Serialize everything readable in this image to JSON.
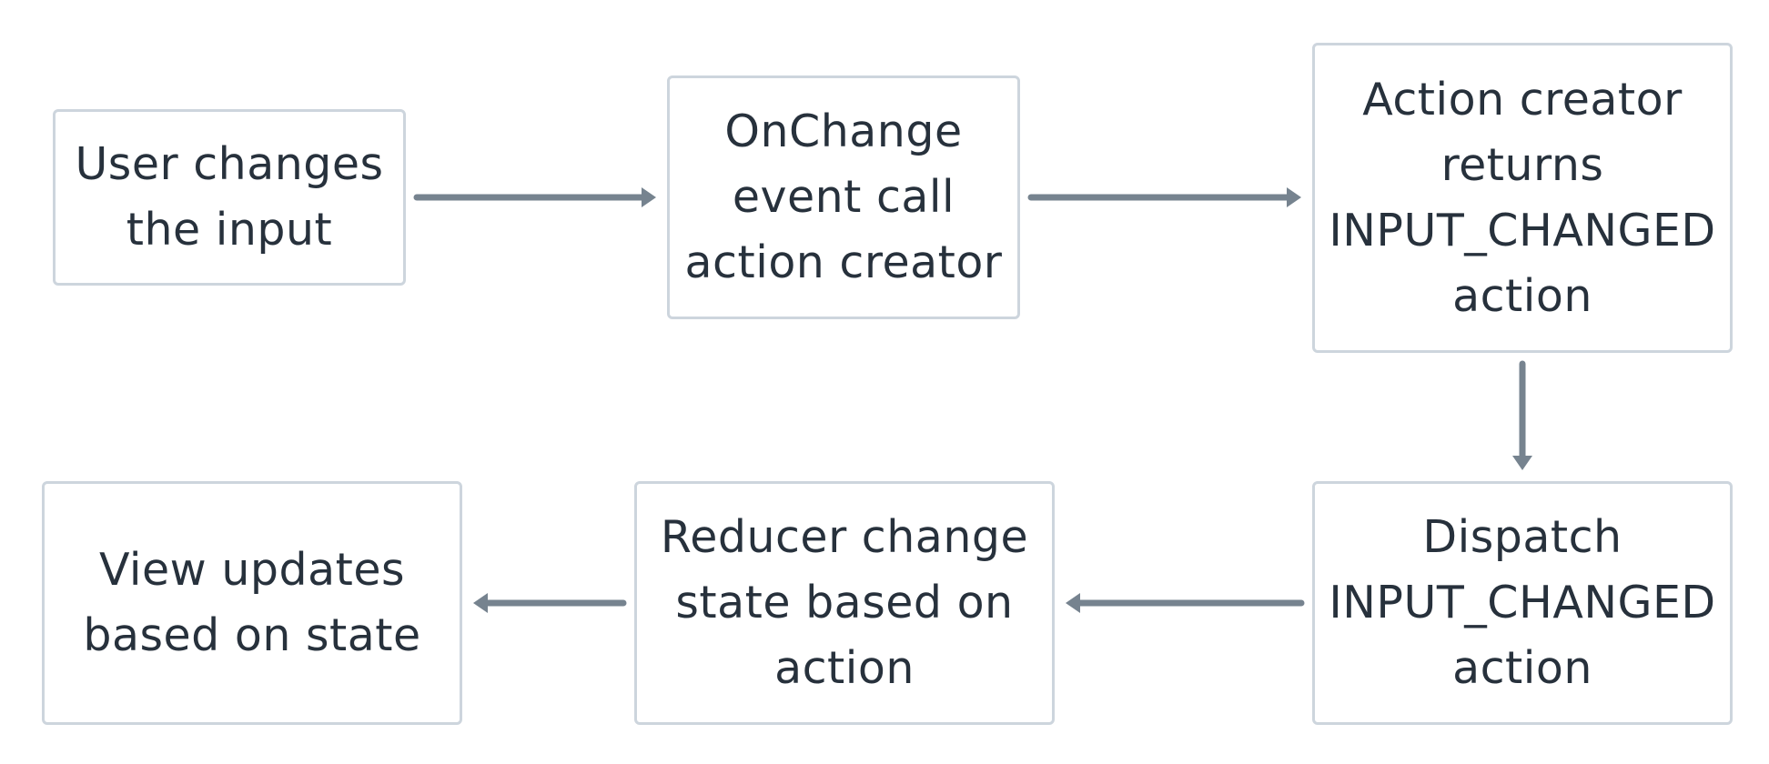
{
  "diagram": {
    "nodes": [
      {
        "id": "n1",
        "label": "User changes\nthe input"
      },
      {
        "id": "n2",
        "label": "OnChange\nevent call\naction creator"
      },
      {
        "id": "n3",
        "label": "Action creator\nreturns\nINPUT_CHANGED\naction"
      },
      {
        "id": "n4",
        "label": "Dispatch\nINPUT_CHANGED\naction"
      },
      {
        "id": "n5",
        "label": "Reducer change\nstate based on\naction"
      },
      {
        "id": "n6",
        "label": "View updates\nbased on state"
      }
    ],
    "edges": [
      {
        "from": "n1",
        "to": "n2"
      },
      {
        "from": "n2",
        "to": "n3"
      },
      {
        "from": "n3",
        "to": "n4"
      },
      {
        "from": "n4",
        "to": "n5"
      },
      {
        "from": "n5",
        "to": "n6"
      }
    ],
    "colors": {
      "border": "#cdd5dd",
      "text": "#27313c",
      "arrow": "#76838f"
    }
  }
}
